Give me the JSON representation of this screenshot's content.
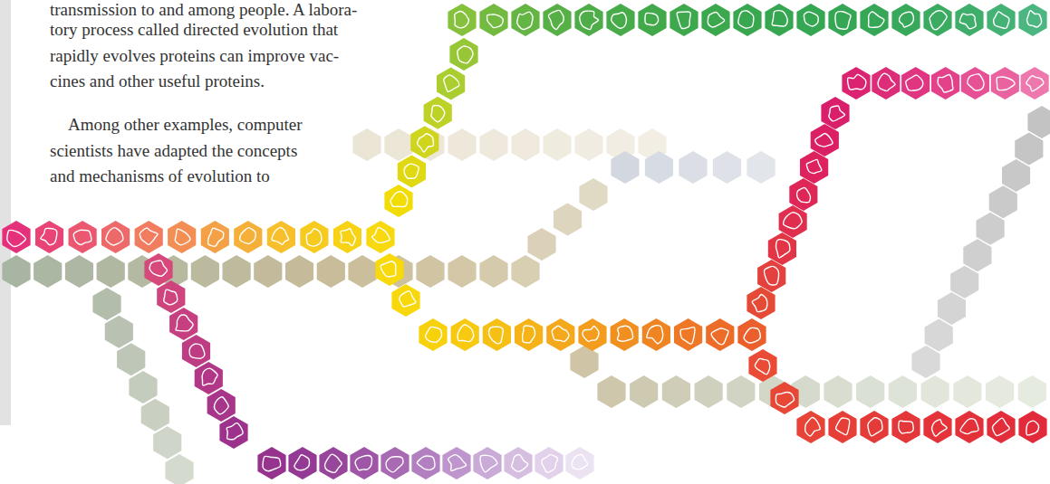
{
  "diagram": {
    "labels": [
      "transmission to and among people. A labora-",
      "tory process called directed evolution that",
      "rapidly evolves proteins can improve vac-",
      "cines and other useful proteins.",
      "Among other examples, computer",
      "scientists have adapted the concepts",
      "and mechanisms of evolution to"
    ]
  }
}
